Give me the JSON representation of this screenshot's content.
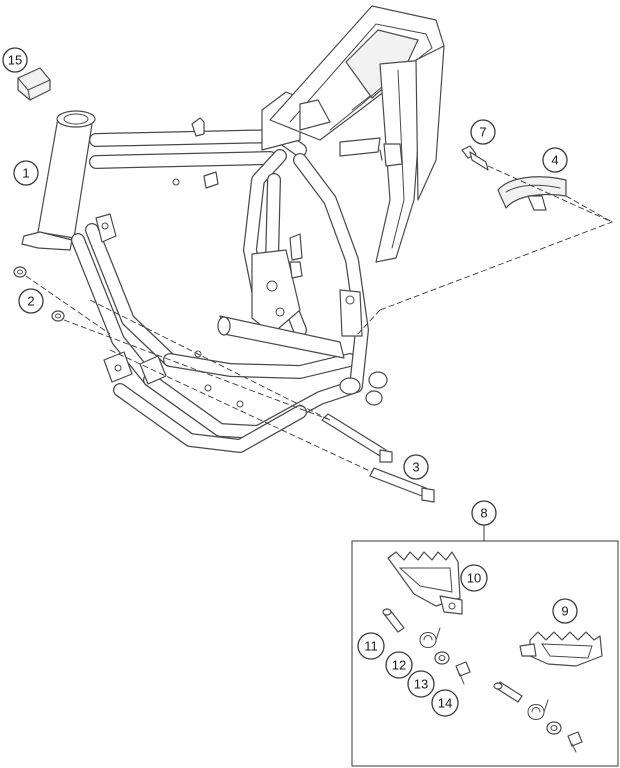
{
  "callouts": [
    {
      "id": "c1",
      "label": "1"
    },
    {
      "id": "c2",
      "label": "2"
    },
    {
      "id": "c3",
      "label": "3"
    },
    {
      "id": "c4",
      "label": "4"
    },
    {
      "id": "c7",
      "label": "7"
    },
    {
      "id": "c8",
      "label": "8"
    },
    {
      "id": "c9",
      "label": "9"
    },
    {
      "id": "c10",
      "label": "10"
    },
    {
      "id": "c11",
      "label": "11"
    },
    {
      "id": "c12",
      "label": "12"
    },
    {
      "id": "c13",
      "label": "13"
    },
    {
      "id": "c14",
      "label": "14"
    },
    {
      "id": "c15",
      "label": "15"
    }
  ]
}
